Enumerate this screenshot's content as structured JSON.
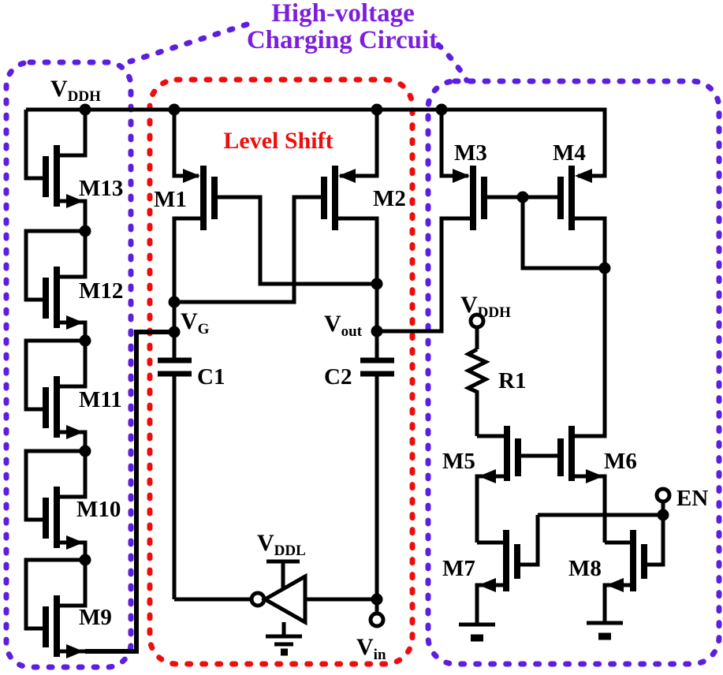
{
  "title": {
    "line1": "High-voltage",
    "line2": "Charging Circuit"
  },
  "sections": {
    "level_shift_label": "Level Shift"
  },
  "devices": {
    "m1": "M1",
    "m2": "M2",
    "m3": "M3",
    "m4": "M4",
    "m5": "M5",
    "m6": "M6",
    "m7": "M7",
    "m8": "M8",
    "m9": "M9",
    "m10": "M10",
    "m11": "M11",
    "m12": "M12",
    "m13": "M13",
    "c1": "C1",
    "c2": "C2",
    "r1": "R1"
  },
  "nets": {
    "vddh_left": {
      "main": "V",
      "sub": "DDH"
    },
    "vddh_right": {
      "main": "V",
      "sub": "DDH"
    },
    "vddl": {
      "main": "V",
      "sub": "DDL"
    },
    "vg": {
      "main": "V",
      "sub": "G"
    },
    "vout": {
      "main": "V",
      "sub": "out"
    },
    "vin": {
      "main": "V",
      "sub": "in"
    },
    "en": "EN"
  },
  "colors": {
    "title_purple": "#7B1FDC",
    "box_purple": "#5C1FE0",
    "box_red": "#EE0D0D",
    "wire_black": "#000000"
  }
}
